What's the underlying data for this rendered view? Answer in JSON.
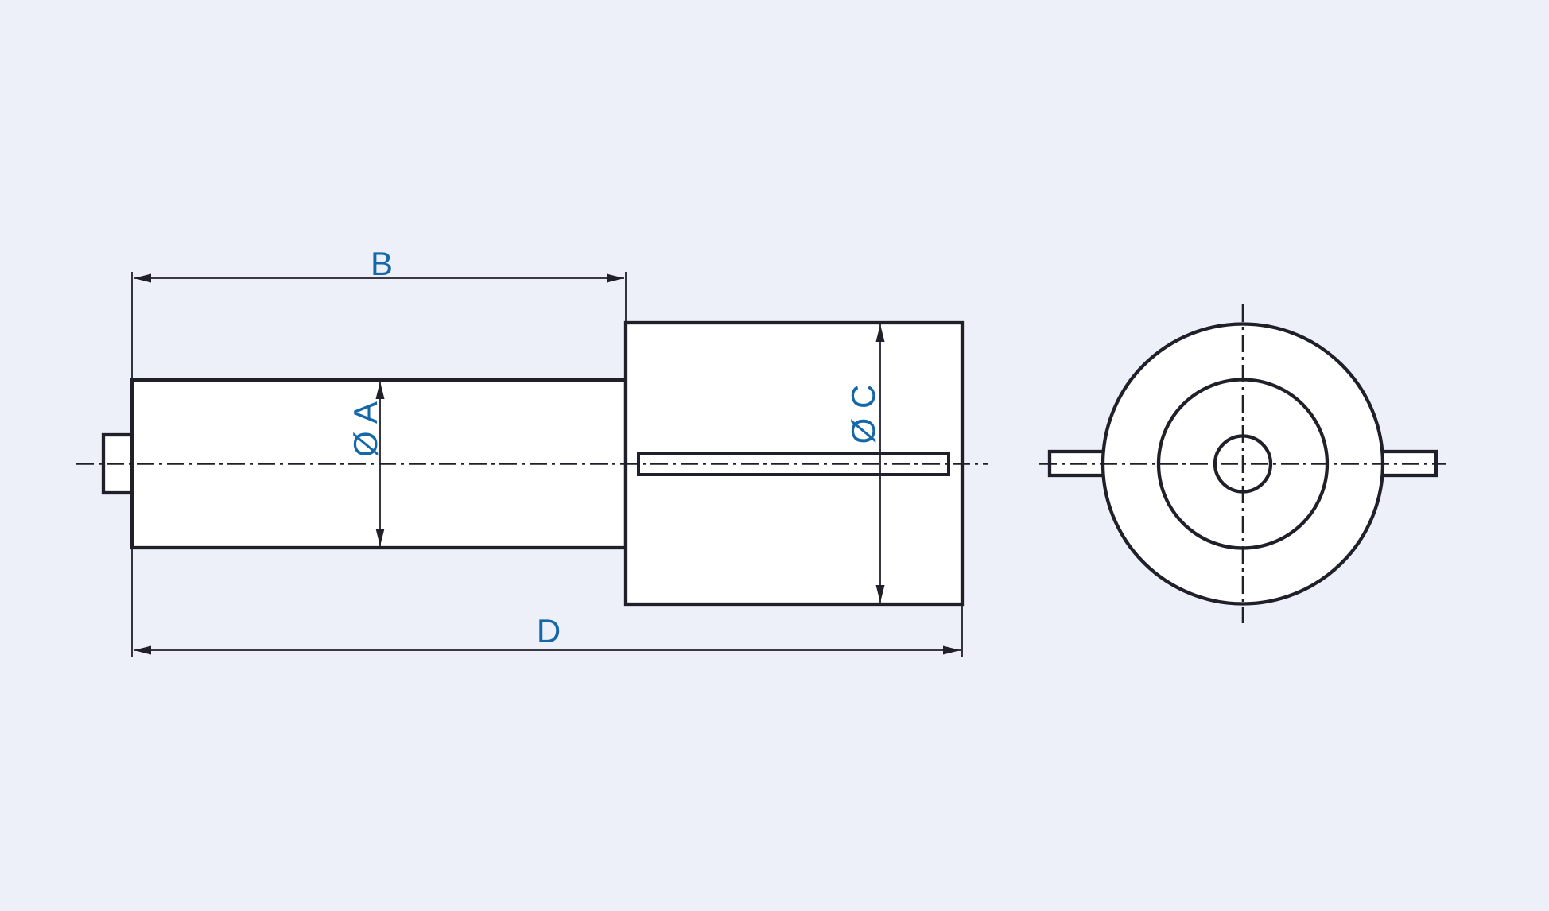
{
  "colors": {
    "background": "#edf0f8",
    "line": "#20202a",
    "accent": "#1568a8",
    "surface": "#ffffff"
  },
  "drawing": {
    "dimensions": {
      "b": {
        "label": "B"
      },
      "a": {
        "label": "Ø A"
      },
      "c": {
        "label": "Ø C"
      },
      "d": {
        "label": "D"
      }
    }
  }
}
